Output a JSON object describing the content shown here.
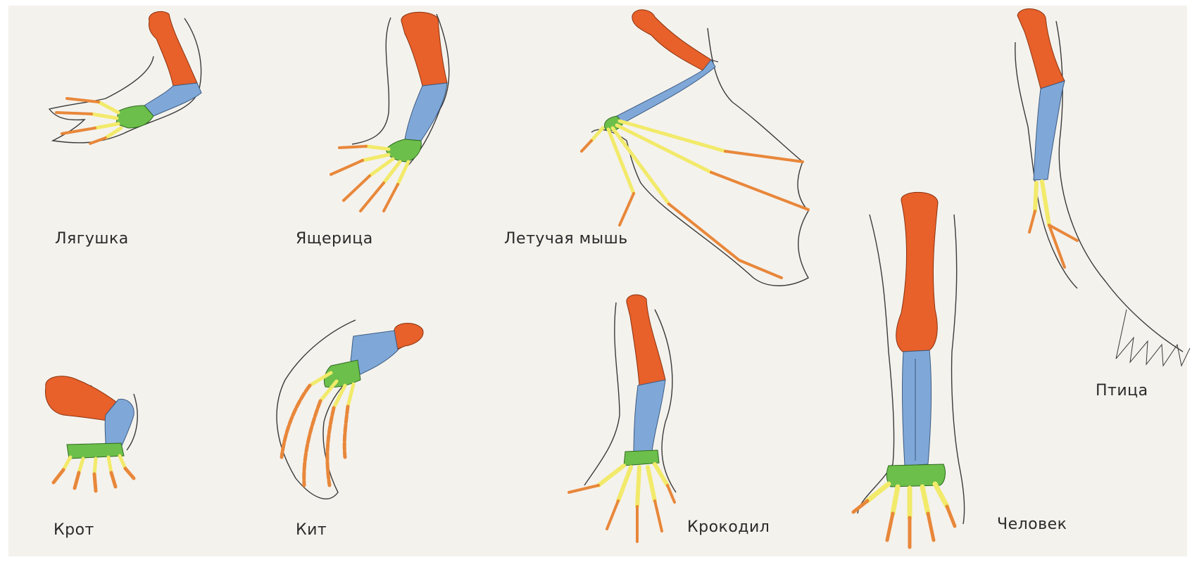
{
  "labels": {
    "frog": "Лягушка",
    "lizard": "Ящерица",
    "bat": "Летучая мышь",
    "bird": "Птица",
    "mole": "Крот",
    "whale": "Кит",
    "crocodile": "Крокодил",
    "human": "Человек"
  },
  "colors": {
    "humerus": "#e8602a",
    "forearm": "#7fa8d8",
    "carpals": "#6cbf4a",
    "metacarpals": "#f2ea6a",
    "phalanges": "#e8873a",
    "outline": "#3a3a3a",
    "paper": "#f3f1ec"
  }
}
